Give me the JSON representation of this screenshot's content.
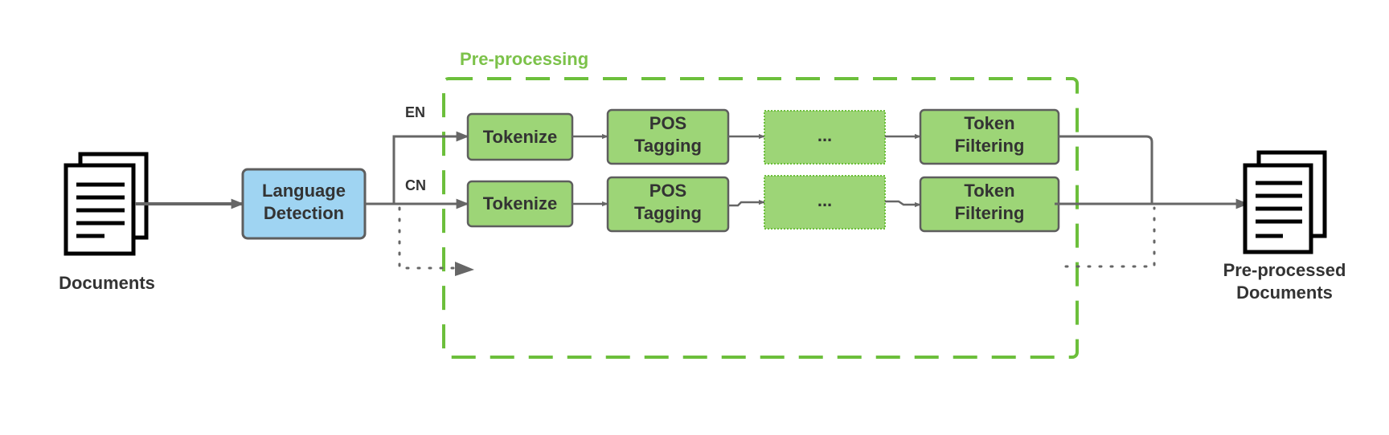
{
  "colors": {
    "green_fill": "#9dd577",
    "green_border": "#6cbf3b",
    "blue_fill": "#9fd4f2",
    "box_border": "#5e5e5e",
    "arrow": "#666666",
    "text": "#333333"
  },
  "documents": {
    "label": "Documents",
    "icon": "documents-icon"
  },
  "language_detection": {
    "line1": "Language",
    "line2": "Detection"
  },
  "branches": {
    "en_label": "EN",
    "cn_label": "CN"
  },
  "preprocessing": {
    "label": "Pre-processing",
    "en_row": {
      "tokenize": "Tokenize",
      "pos_line1": "POS",
      "pos_line2": "Tagging",
      "ellipsis": "...",
      "filter_line1": "Token",
      "filter_line2": "Filtering"
    },
    "cn_row": {
      "tokenize": "Tokenize",
      "pos_line1": "POS",
      "pos_line2": "Tagging",
      "ellipsis": "...",
      "filter_line1": "Token",
      "filter_line2": "Filtering"
    }
  },
  "output": {
    "line1": "Pre-processed",
    "line2": "Documents",
    "icon": "documents-icon"
  }
}
